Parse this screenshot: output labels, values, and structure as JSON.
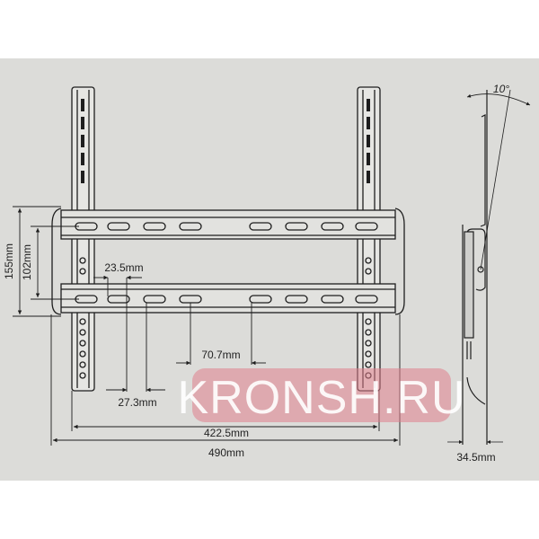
{
  "labels": {
    "tilt_angle": "10°",
    "plate_height": "155mm",
    "hole_spacing_vertical": "102mm",
    "offset_a": "23.5mm",
    "offset_b": "27.3mm",
    "slot_spacing": "70.7mm",
    "rail_span": "422.5mm",
    "total_width": "490mm",
    "wall_depth": "34.5mm"
  },
  "watermark": "KRONSH.RU",
  "colors": {
    "background": "#dcdcd9",
    "line": "#1e1e1e",
    "watermark": "#e07f8c"
  }
}
